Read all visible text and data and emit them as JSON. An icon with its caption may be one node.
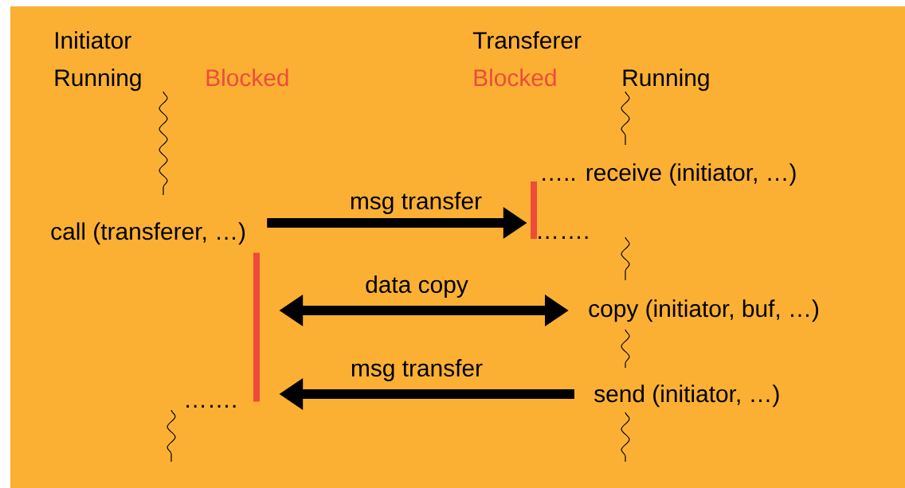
{
  "diagram": {
    "nodes": [
      {
        "text": [
          "call (transferer, …)"
        ]
      },
      {
        "text": [],
        "shape": "bar"
      },
      {
        "text": [],
        "shape": "bar"
      },
      {
        "text": [
          "copy (initiator, buf, …)"
        ]
      },
      {
        "text": [
          "send (initiator, …)"
        ]
      }
    ],
    "edges": [
      {
        "from": 0,
        "to": 1,
        "arrow": "to",
        "label": "msg transfer"
      },
      {
        "from": 2,
        "to": 3,
        "arrow": "both",
        "label": "data copy"
      },
      {
        "from": 4,
        "to": 2,
        "arrow": "to",
        "label": "msg transfer"
      }
    ],
    "labels": [
      "Initiator",
      "Running",
      "Blocked",
      "Transferer",
      "Blocked",
      "Running",
      "….. receive (initiator, …)",
      "…….",
      "……."
    ]
  }
}
